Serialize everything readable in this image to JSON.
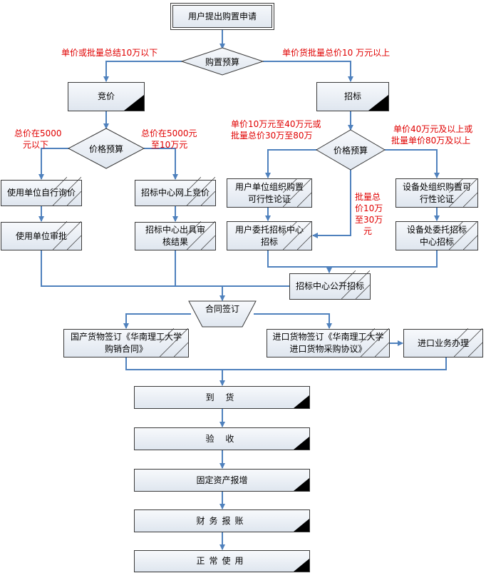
{
  "nodes": {
    "start": "用户提出购置申请",
    "budget": "购置预算",
    "bidding_price": "竞价",
    "tender": "招标",
    "price_budget_left": "价格预算",
    "price_budget_right": "价格预算",
    "self_inquiry": "使用单位自行询价",
    "online_bid": "招标中心网上竞价",
    "unit_approval": "使用单位审批",
    "audit_result": "招标中心出具审核结果",
    "user_feasibility": "用户单位组织购置可行性论证",
    "dept_feasibility": "设备处组织购置可行性论证",
    "user_entrust": "用户委托招标中心招标",
    "dept_entrust": "设备处委托招标中心招标",
    "public_tender": "招标中心公开招标",
    "contract": "合同签订",
    "domestic": "国产货物签订《华南理工大学购销合同》",
    "import_sign": "进口货物签订《华南理工大学进口货物采购协议》",
    "import_process": "进口业务办理",
    "arrival": "到 货",
    "acceptance": "验 收",
    "asset": "固定资产报增",
    "reimburse": "财务报账",
    "normal_use": "正常使用"
  },
  "labels": {
    "left_budget": "单价或批量总结10万以下",
    "right_budget": "单价货批量总价10 万元以上",
    "under_5000_l1": "总价在5000",
    "under_5000_l2": "元以下",
    "over_5000_l1": "总价在5000元",
    "over_5000_l2": "至10万元",
    "mid_range_l1": "单价10万元至40万元或",
    "mid_range_l2": "批量总价30万至80万",
    "high_range_l1": "单价40万元及以上或",
    "high_range_l2": "批量单价80万及以上",
    "batch_l1": "批量总",
    "batch_l2": "价10万",
    "batch_l3": "至30万",
    "batch_l4": "元"
  },
  "colors": {
    "arrow": "#4f81bd",
    "condition_text": "#e00000",
    "box_border": "#3a3a3a"
  }
}
